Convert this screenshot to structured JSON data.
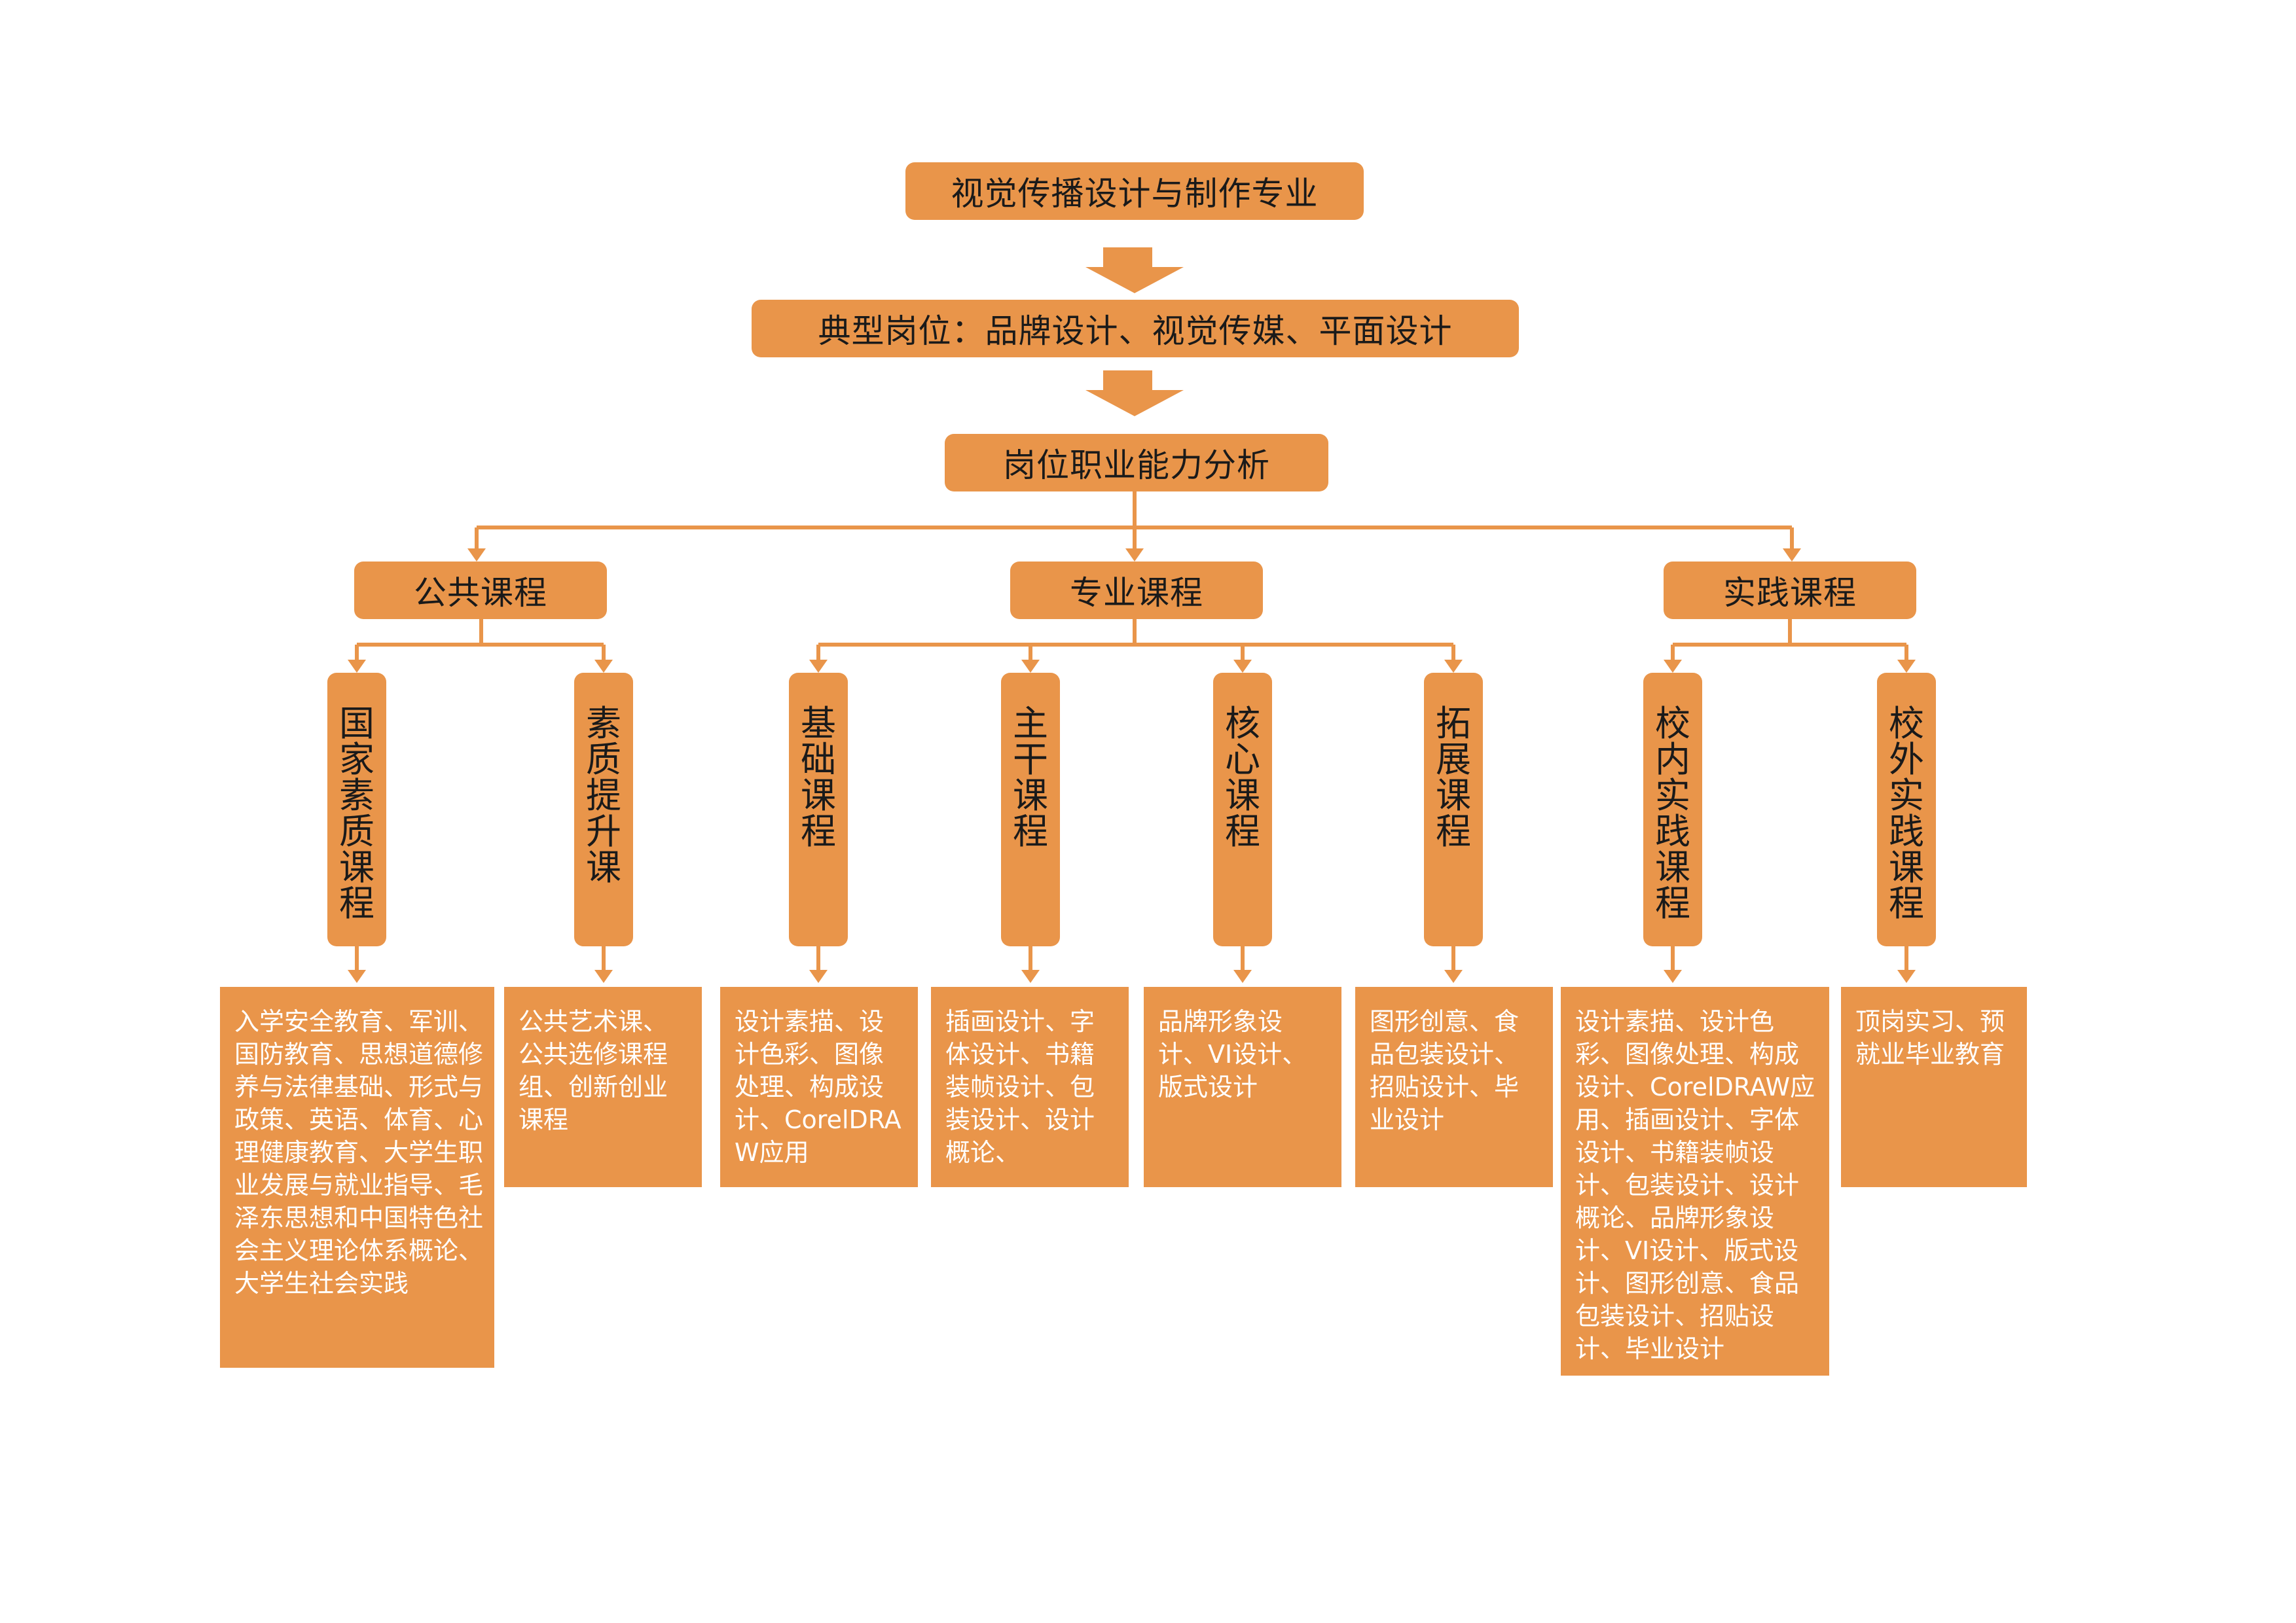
{
  "diagram": {
    "title": "视觉传播设计与制作专业",
    "position": "典型岗位：品牌设计、视觉传媒、平面设计",
    "analysis": "岗位职业能力分析",
    "categories": [
      {
        "label": "公共课程",
        "subs": [
          {
            "label": "国家素质课程",
            "desc": "入学安全教育、军训、国防教育、思想道德修养与法律基础、形式与政策、英语、体育、心理健康教育、大学生职业发展与就业指导、毛泽东思想和中国特色社会主义理论体系概论、大学生社会实践"
          },
          {
            "label": "素质提升课",
            "desc": "公共艺术课、公共选修课程组、创新创业课程"
          }
        ]
      },
      {
        "label": "专业课程",
        "subs": [
          {
            "label": "基础课程",
            "desc": "设计素描、设计色彩、图像处理、构成设计、CorelDRAW应用"
          },
          {
            "label": "主干课程",
            "desc": "插画设计、字体设计、书籍装帧设计、包装设计、设计概论、"
          },
          {
            "label": "核心课程",
            "desc": "品牌形象设计、VI设计、版式设计"
          },
          {
            "label": "拓展课程",
            "desc": "图形创意、食品包装设计、招贴设计、毕业设计"
          }
        ]
      },
      {
        "label": "实践课程",
        "subs": [
          {
            "label": "校内实践课程",
            "desc": "设计素描、设计色彩、图像处理、构成设计、CorelDRAW应用、插画设计、字体设计、书籍装帧设计、包装设计、设计概论、品牌形象设计、VI设计、版式设计、图形创意、食品包装设计、招贴设计、毕业设计"
          },
          {
            "label": "校外实践课程",
            "desc": "顶岗实习、预就业毕业教育"
          }
        ]
      }
    ]
  },
  "colors": {
    "box": "#E9954A",
    "line": "#E9954A",
    "heading_text": "#1a1a1a",
    "desc_text": "#ffffff"
  }
}
